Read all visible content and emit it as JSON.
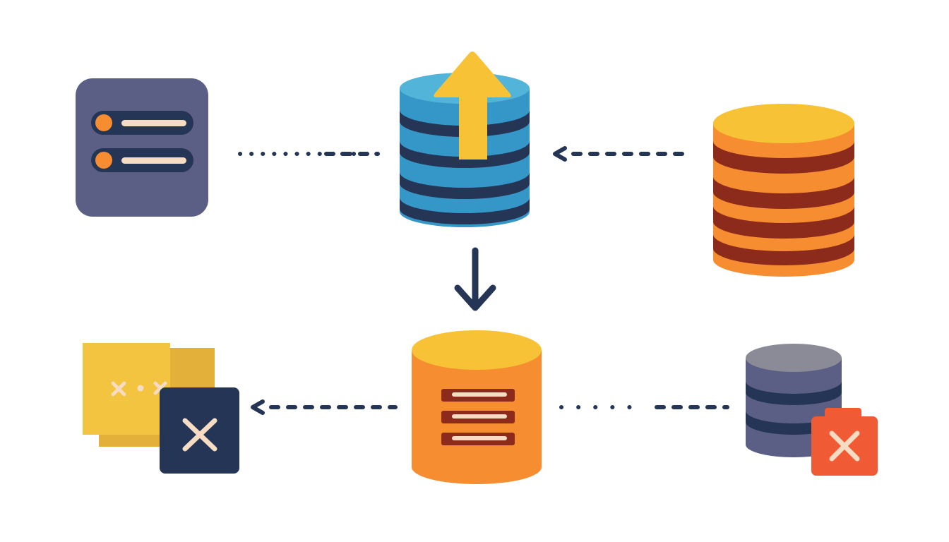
{
  "diagram": {
    "nodes": [
      {
        "id": "list-panel",
        "icon": "list-panel-icon"
      },
      {
        "id": "upload-database",
        "icon": "database-upload-icon"
      },
      {
        "id": "orange-database-source",
        "icon": "database-icon"
      },
      {
        "id": "orange-database-target",
        "icon": "database-records-icon"
      },
      {
        "id": "error-documents",
        "icon": "document-error-icon"
      },
      {
        "id": "failed-database",
        "icon": "database-error-icon"
      }
    ],
    "edges": [
      {
        "from": "list-panel",
        "to": "upload-database",
        "style": "dotted",
        "arrow": false
      },
      {
        "from": "orange-database-source",
        "to": "upload-database",
        "style": "dotted",
        "arrow": true
      },
      {
        "from": "upload-database",
        "to": "orange-database-target",
        "style": "solid",
        "arrow": true
      },
      {
        "from": "orange-database-target",
        "to": "error-documents",
        "style": "dotted",
        "arrow": true
      },
      {
        "from": "failed-database",
        "to": "orange-database-target",
        "style": "dotted",
        "arrow": false
      }
    ]
  },
  "colors": {
    "navy": "#253555",
    "slate_panel": "#5b5f86",
    "blue_top": "#52b4d8",
    "blue_body": "#3597c8",
    "yellow": "#f7c235",
    "orange": "#f68d30",
    "maroon": "#8c2b1c",
    "cream": "#f6dcc3",
    "gray_top": "#8b8b97",
    "gray_body": "#5b5f86",
    "red_error": "#f05a35",
    "doc_yellow": "#f3c43f",
    "doc_yellow_dark": "#e3b139"
  }
}
